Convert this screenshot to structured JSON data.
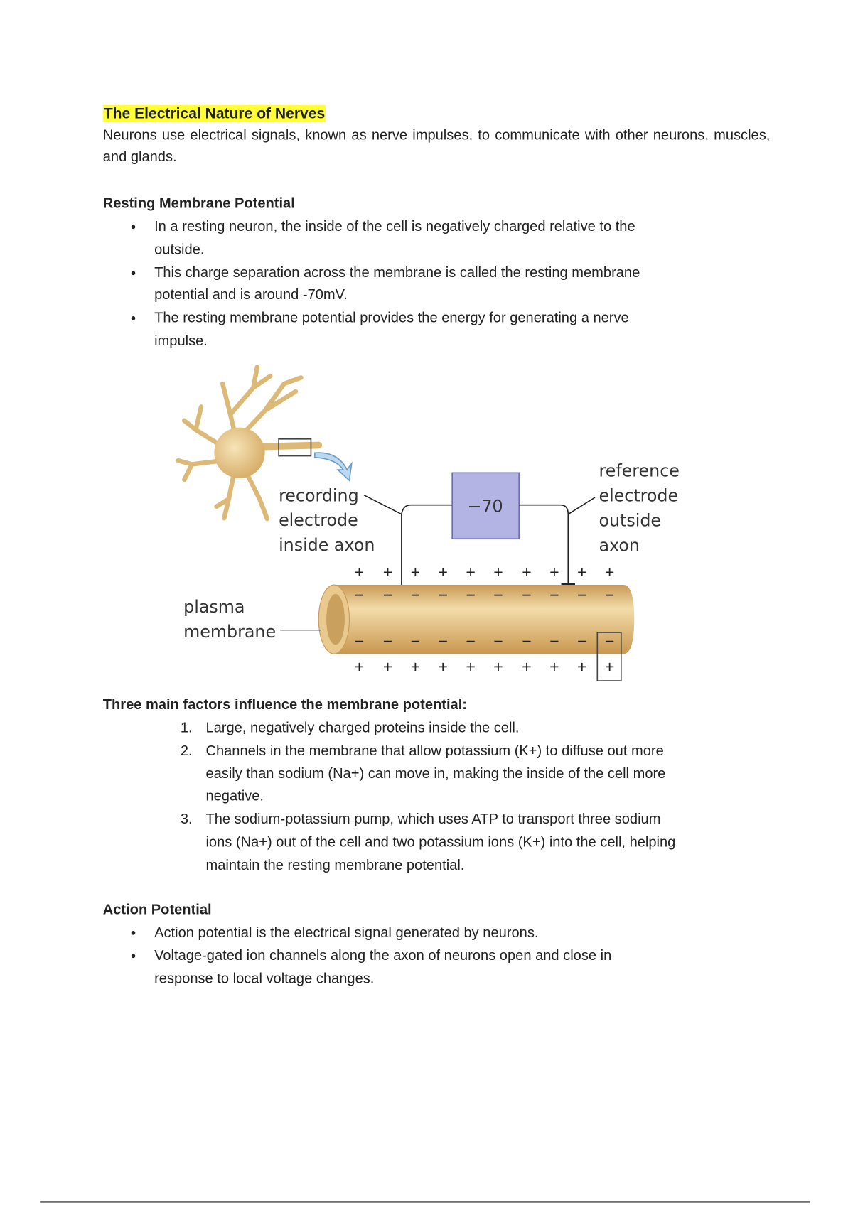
{
  "title": "The Electrical Nature of Nerves",
  "intro": "Neurons use electrical signals, known as nerve impulses, to communicate with other neurons, muscles, and glands.",
  "resting": {
    "heading": "Resting Membrane Potential",
    "bullets": [
      [
        "In a resting neuron, the inside of the cell is negatively charged relative to the",
        "outside."
      ],
      [
        "This charge separation across the membrane is called the resting membrane",
        "potential and is around -70mV."
      ],
      [
        "The resting membrane potential provides the energy for generating a nerve",
        "impulse."
      ]
    ]
  },
  "diagram": {
    "recording_label": [
      "recording",
      "electrode",
      "inside axon"
    ],
    "reference_label": [
      "reference",
      "electrode",
      "outside",
      "axon"
    ],
    "meter_value": "−70",
    "membrane_label": [
      "plasma",
      "membrane"
    ],
    "plus": "+",
    "minus": "−"
  },
  "factors": {
    "heading": "Three main factors influence the membrane potential:",
    "items": [
      {
        "num": "1.",
        "lines": [
          "Large, negatively charged proteins inside the cell."
        ]
      },
      {
        "num": "2.",
        "lines": [
          "Channels in the membrane that allow potassium (K+) to diffuse out more",
          "easily than sodium (Na+) can move in, making the inside of the cell more",
          "negative."
        ]
      },
      {
        "num": "3.",
        "lines": [
          "The sodium-potassium pump, which uses ATP to transport three sodium",
          "ions (Na+) out of the cell and two potassium ions (K+) into the cell, helping",
          "maintain the resting membrane potential."
        ]
      }
    ]
  },
  "action": {
    "heading": "Action Potential",
    "bullets": [
      [
        "Action potential is the electrical signal generated by neurons."
      ],
      [
        "Voltage-gated ion channels along the axon of neurons open and close in",
        "response to local voltage changes."
      ]
    ]
  }
}
